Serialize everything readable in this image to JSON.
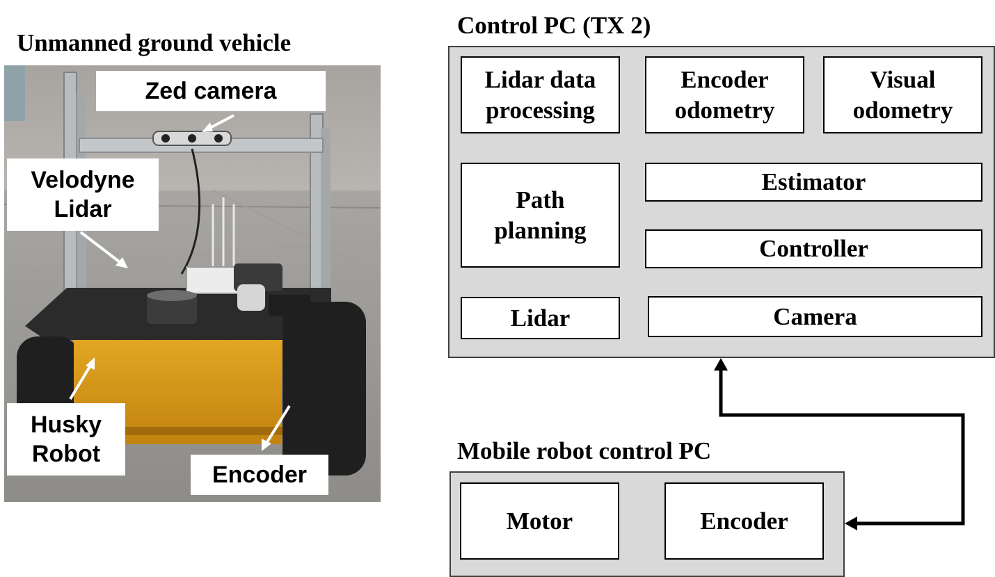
{
  "left_title": "Unmanned ground vehicle",
  "photo_labels": {
    "zed_camera": "Zed camera",
    "velodyne_lidar": "Velodyne\nLidar",
    "husky_robot": "Husky\nRobot",
    "encoder": "Encoder"
  },
  "control_pc": {
    "title": "Control PC (TX 2)",
    "lidar_processing": "Lidar data\nprocessing",
    "encoder_odometry": "Encoder\nodometry",
    "visual_odometry": "Visual\nodometry",
    "path_planning": "Path\nplanning",
    "estimator": "Estimator",
    "controller": "Controller",
    "lidar": "Lidar",
    "camera": "Camera"
  },
  "mobile_pc": {
    "title": "Mobile robot control PC",
    "motor": "Motor",
    "encoder": "Encoder"
  },
  "colors": {
    "panel_fill": "#d9d9d9",
    "box_fill": "#ffffff",
    "line": "#000000",
    "robot_body": "#d99a1a",
    "robot_deck": "#2b2b2b",
    "floor": "#9c9a96"
  }
}
